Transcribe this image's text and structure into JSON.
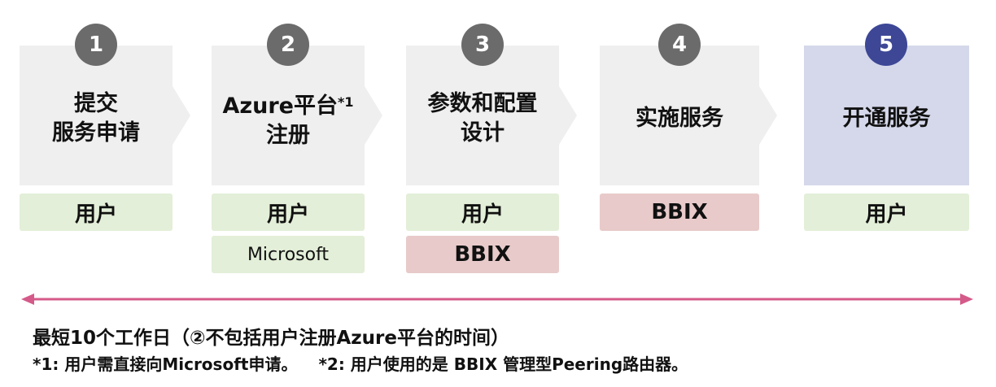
{
  "steps": [
    {
      "number": "1",
      "title": "提交\n服务申请",
      "sup": "",
      "title_line2": "",
      "actors": [
        {
          "label": "用户",
          "kind": "green"
        }
      ]
    },
    {
      "number": "2",
      "title": "Azure平台",
      "sup": "*1",
      "title_line2": "注册",
      "actors": [
        {
          "label": "用户",
          "kind": "green"
        },
        {
          "label": "Microsoft",
          "kind": "green"
        }
      ]
    },
    {
      "number": "3",
      "title": "参数和配置\n设计",
      "sup": "",
      "title_line2": "",
      "actors": [
        {
          "label": "用户",
          "kind": "green"
        },
        {
          "label": "BBIX",
          "kind": "pink"
        }
      ]
    },
    {
      "number": "4",
      "title": "实施服务",
      "sup": "",
      "title_line2": "",
      "actors": [
        {
          "label": "BBIX",
          "kind": "pink"
        }
      ]
    },
    {
      "number": "5",
      "title": "开通服务",
      "sup": "",
      "title_line2": "",
      "actors": [
        {
          "label": "用户",
          "kind": "green"
        }
      ]
    }
  ],
  "duration_note": "最短10个工作日（②不包括用户注册Azure平台的时间）",
  "footnotes": [
    "*1: 用户需直接向Microsoft申请。",
    "*2: 用户使用的是 BBIX 管理型Peering路由器。"
  ],
  "colors": {
    "card_gray": "#efefef",
    "card_active": "#d5d8ea",
    "circle_gray": "#6b6b6b",
    "circle_active": "#3d4796",
    "actor_user": "#e3efd8",
    "actor_bbix": "#e8caca",
    "timeline": "#d45a8a"
  }
}
